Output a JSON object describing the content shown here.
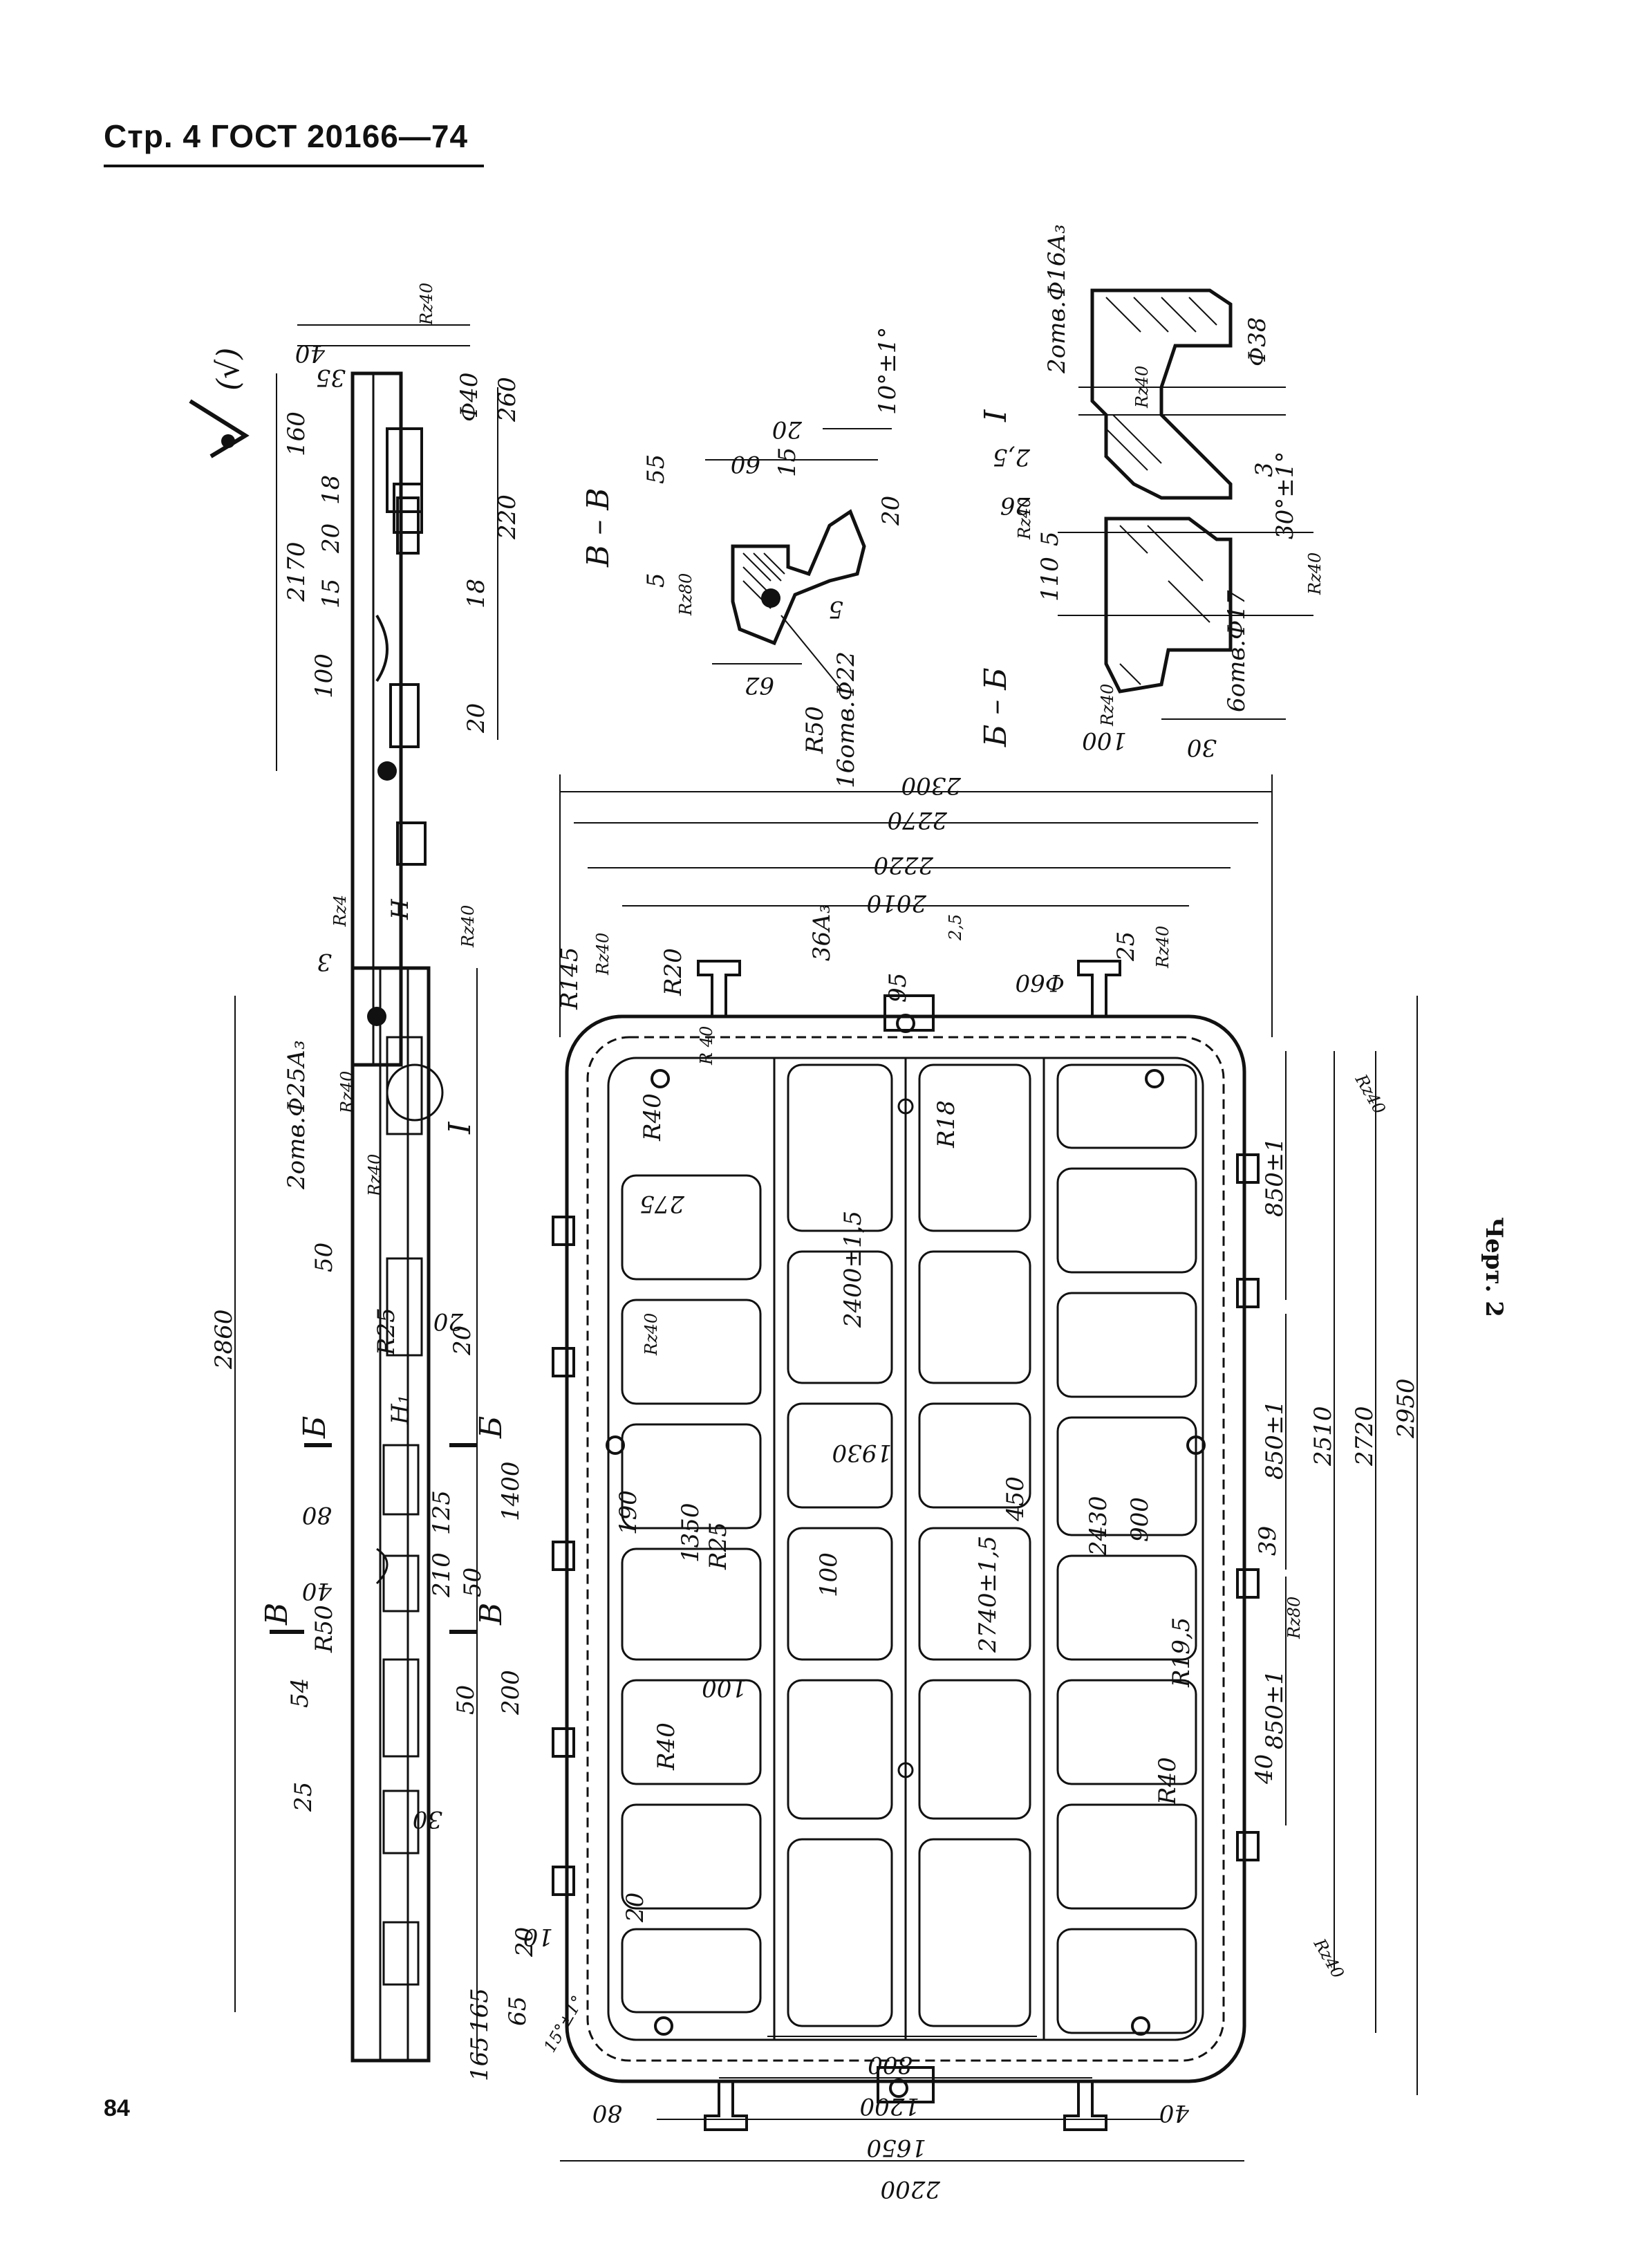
{
  "header": {
    "text": "Стр. 4 ГОСТ 20166—74"
  },
  "page_number": "84",
  "caption": "Черт. 2",
  "roughness_symbol": "(√)",
  "section_labels": {
    "bb": "Б – Б",
    "vv": "В – В",
    "detail": "I"
  },
  "plan_view": {
    "dims_top": [
      "2300",
      "2270",
      "2220",
      "2010"
    ],
    "dims_bottom": [
      "2200",
      "1650",
      "1200",
      "800"
    ],
    "dims_right": [
      "2950",
      "2720",
      "2510",
      "850±1",
      "850±1",
      "850±1"
    ],
    "dims_inner": [
      "2400±1,5",
      "2740±1,5",
      "2430",
      "1930",
      "900",
      "450",
      "1350",
      "275",
      "100",
      "100"
    ],
    "radii": [
      "R145",
      "R20",
      "R40",
      "R18",
      "R25",
      "R19,5",
      "R40",
      "R40"
    ],
    "misc": [
      "36А₃",
      "95",
      "Ф60",
      "25",
      "2,5",
      "190",
      "39",
      "40",
      "40",
      "80",
      "65",
      "165",
      "20",
      "10",
      "20",
      "15°±1°",
      "Rz40",
      "Rz40",
      "Rz40",
      "Rz40",
      "Rz80",
      "R 40",
      "Rz40"
    ]
  },
  "side_view": {
    "dims": [
      "2860",
      "1400",
      "200",
      "54",
      "25",
      "165",
      "50",
      "30",
      "50",
      "210",
      "125",
      "80",
      "40",
      "R50",
      "R25",
      "50",
      "20",
      "20",
      "H",
      "H₁",
      "Rz4",
      "Rz40",
      "Rz40",
      "Rz40",
      "2отв.Ф25А₃",
      "Б",
      "Б",
      "В",
      "В",
      "3",
      "I"
    ]
  },
  "top_view": {
    "dims": [
      "2170",
      "160",
      "18",
      "20",
      "15",
      "100",
      "40",
      "35",
      "Ф40",
      "260",
      "220",
      "18",
      "20",
      "Rz40"
    ]
  },
  "section_vv": {
    "dims": [
      "55",
      "60",
      "15",
      "20",
      "10°±1°",
      "20",
      "5",
      "5",
      "62",
      "R50",
      "16отв.Ф22",
      "Rz80"
    ]
  },
  "section_bb": {
    "dims": [
      "2отв.Ф16А₃",
      "Ф38",
      "2,5",
      "26",
      "5",
      "110",
      "30°±1°",
      "3",
      "100",
      "30",
      "6отв.Ф17",
      "Rz40",
      "Rz40",
      "Rz40",
      "Rz40"
    ]
  }
}
